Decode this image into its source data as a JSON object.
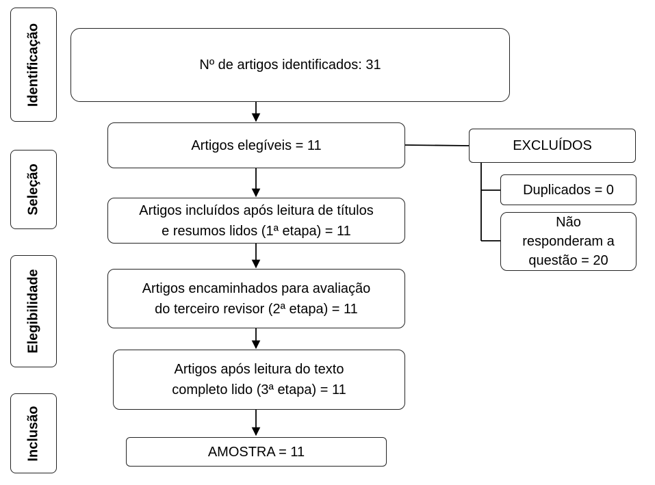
{
  "stages": {
    "identificacao": "Identificação",
    "selecao": "Seleção",
    "elegibilidade": "Elegibilidade",
    "inclusao": "Inclusão"
  },
  "flow": {
    "identified": "Nº de artigos identificados: 31",
    "eligible": "Artigos elegíveis = 11",
    "step1": [
      "Artigos incluídos após leitura de títulos",
      "e resumos lidos (1ª etapa) = 11"
    ],
    "step2": [
      "Artigos encaminhados para avaliação",
      "do terceiro revisor (2ª etapa) = 11"
    ],
    "step3": [
      "Artigos após leitura do texto",
      "completo lido (3ª etapa) = 11"
    ],
    "sample": "AMOSTRA = 11"
  },
  "excluded": {
    "title": "EXCLUÍDOS",
    "duplicates": "Duplicados = 0",
    "no_response": [
      "Não",
      "responderam a",
      "questão = 20"
    ]
  }
}
